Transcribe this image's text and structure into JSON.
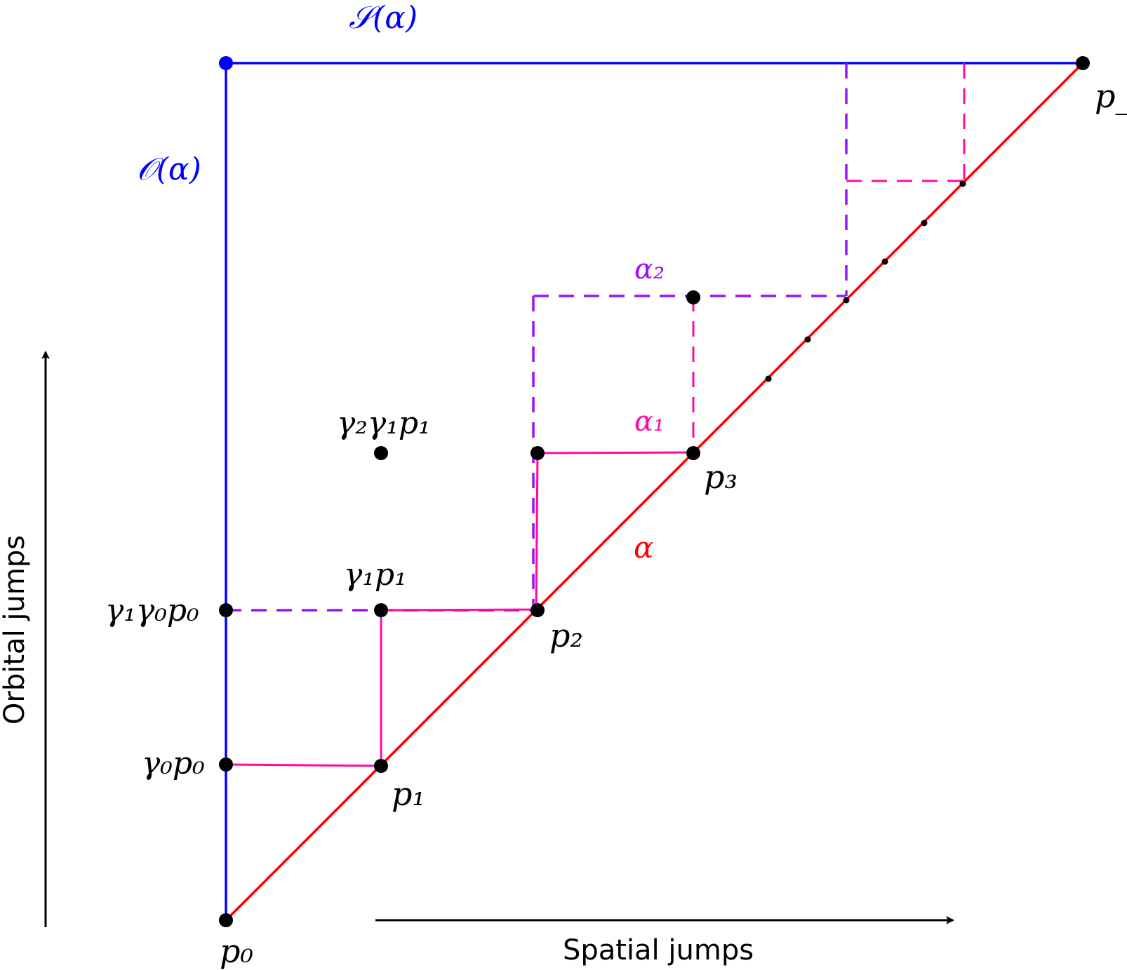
{
  "colors": {
    "blue": "#0000ff",
    "red": "#ff0000",
    "magenta": "#ff0aa0",
    "purple": "#9b10ff",
    "black": "#000000"
  },
  "labels": {
    "s_alpha": "𝒮(α)",
    "o_alpha": "𝒪(α)",
    "p0": "p₀",
    "p1": "p₁",
    "p2": "p₂",
    "p3": "p₃",
    "pl": "p_ℓ",
    "alpha": "α",
    "alpha1": "α₁",
    "alpha2": "α₂",
    "g0p0": "γ₀p₀",
    "g1g0p0": "γ₁γ₀p₀",
    "g1p1": "γ₁p₁",
    "g2g1p1": "γ₂γ₁p₁",
    "orbital_jumps": "Orbital jumps",
    "spatial_jumps": "Spatial jumps"
  }
}
